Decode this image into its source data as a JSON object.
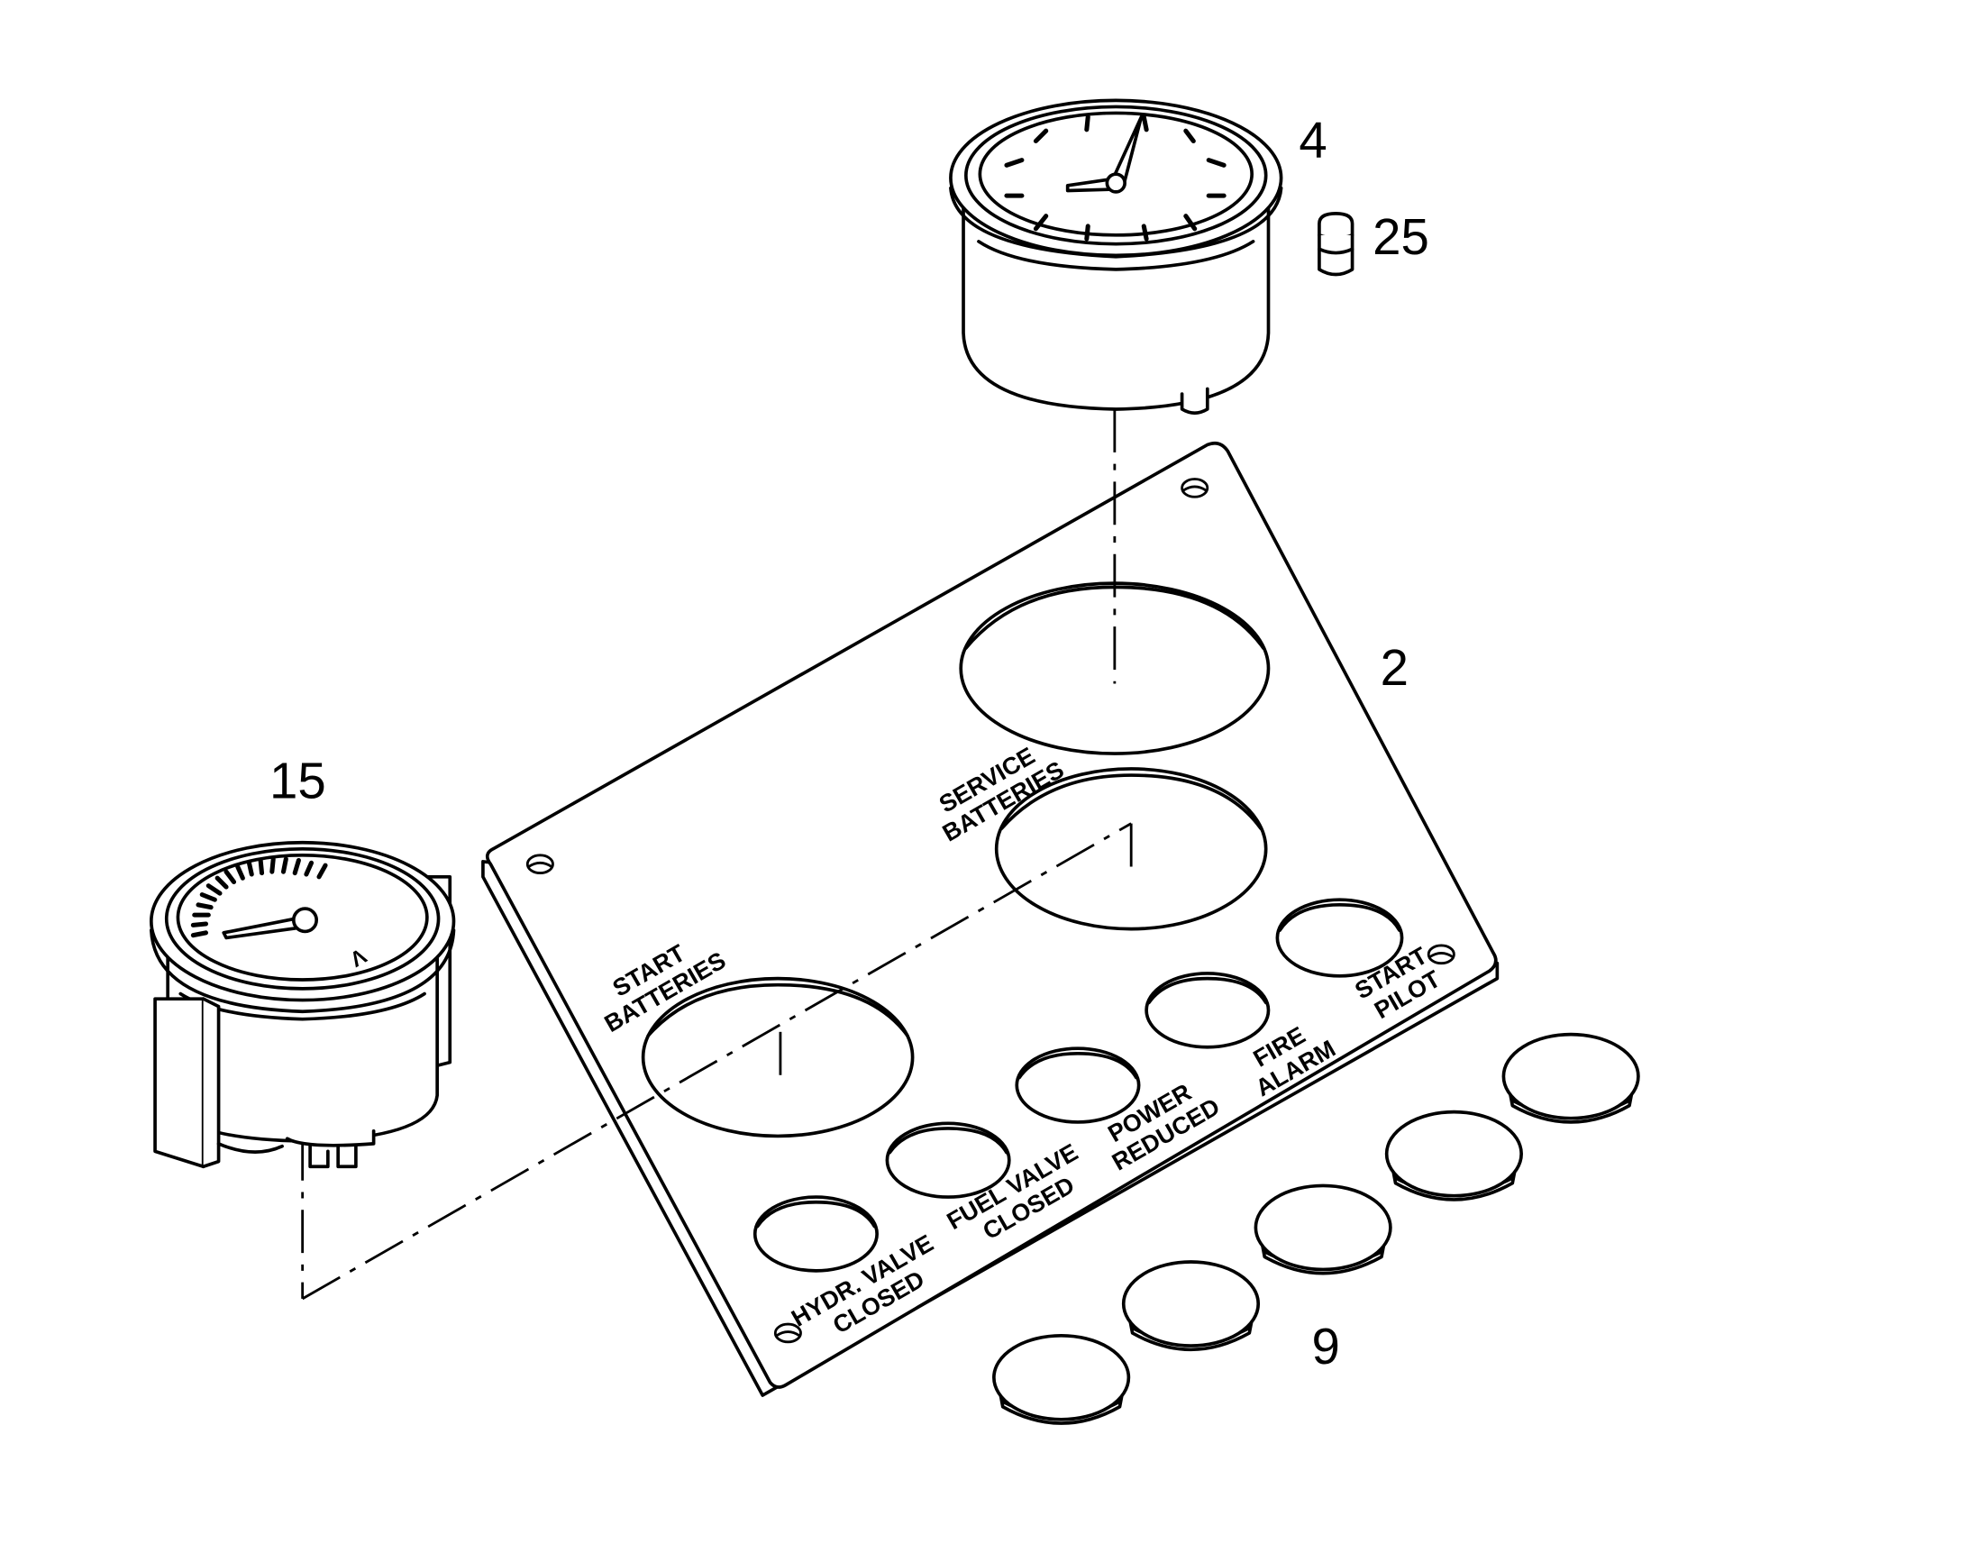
{
  "callouts": {
    "clock_gauge": "4",
    "bulb": "25",
    "panel": "2",
    "voltmeter": "15",
    "caps": "9"
  },
  "voltmeter_unit": "V",
  "panel_labels": {
    "service_batteries": [
      "SERVICE",
      "BATTERIES"
    ],
    "start_batteries": [
      "START",
      "BATTERIES"
    ],
    "start_pilot": [
      "START",
      "PILOT"
    ],
    "fire_alarm": [
      "FIRE",
      "ALARM"
    ],
    "power_reduced": [
      "POWER",
      "REDUCED"
    ],
    "fuel_valve_closed": [
      "FUEL VALVE",
      "CLOSED"
    ],
    "hydr_valve_closed": [
      "HYDR. VALVE",
      "CLOSED"
    ]
  }
}
